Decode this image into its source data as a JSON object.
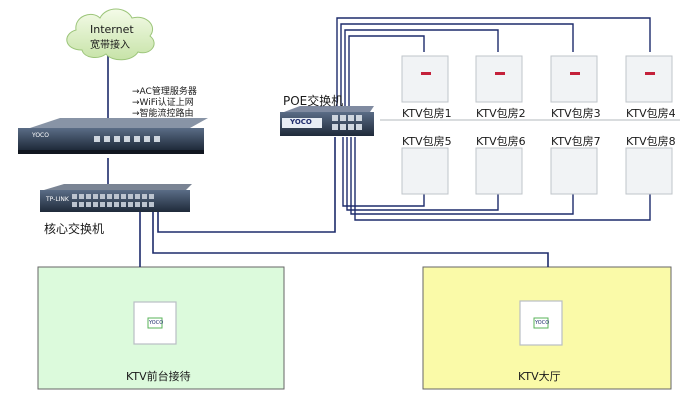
{
  "cloud": {
    "line1": "Internet",
    "line2": "宽带接入"
  },
  "router_features": [
    "AC管理服务器",
    "WiFi认证上网",
    "智能流控路由"
  ],
  "poe_switch": {
    "label": "POE交换机",
    "brand": "YOCO"
  },
  "router": {
    "brand": "YOCO"
  },
  "core_switch": {
    "label": "核心交换机",
    "brand": "TP-LINK"
  },
  "rooms": [
    {
      "label": "KTV包房1"
    },
    {
      "label": "KTV包房2"
    },
    {
      "label": "KTV包房3"
    },
    {
      "label": "KTV包房4"
    },
    {
      "label": "KTV包房5"
    },
    {
      "label": "KTV包房6"
    },
    {
      "label": "KTV包房7"
    },
    {
      "label": "KTV包房8"
    }
  ],
  "zones": [
    {
      "label": "KTV前台接待",
      "color": "#dcfadc"
    },
    {
      "label": "KTV大厅",
      "color": "#fafaa8"
    }
  ],
  "ap": {
    "brand": "YOCO"
  },
  "colors": {
    "link": "#1d2b6b",
    "border": "#666666"
  }
}
